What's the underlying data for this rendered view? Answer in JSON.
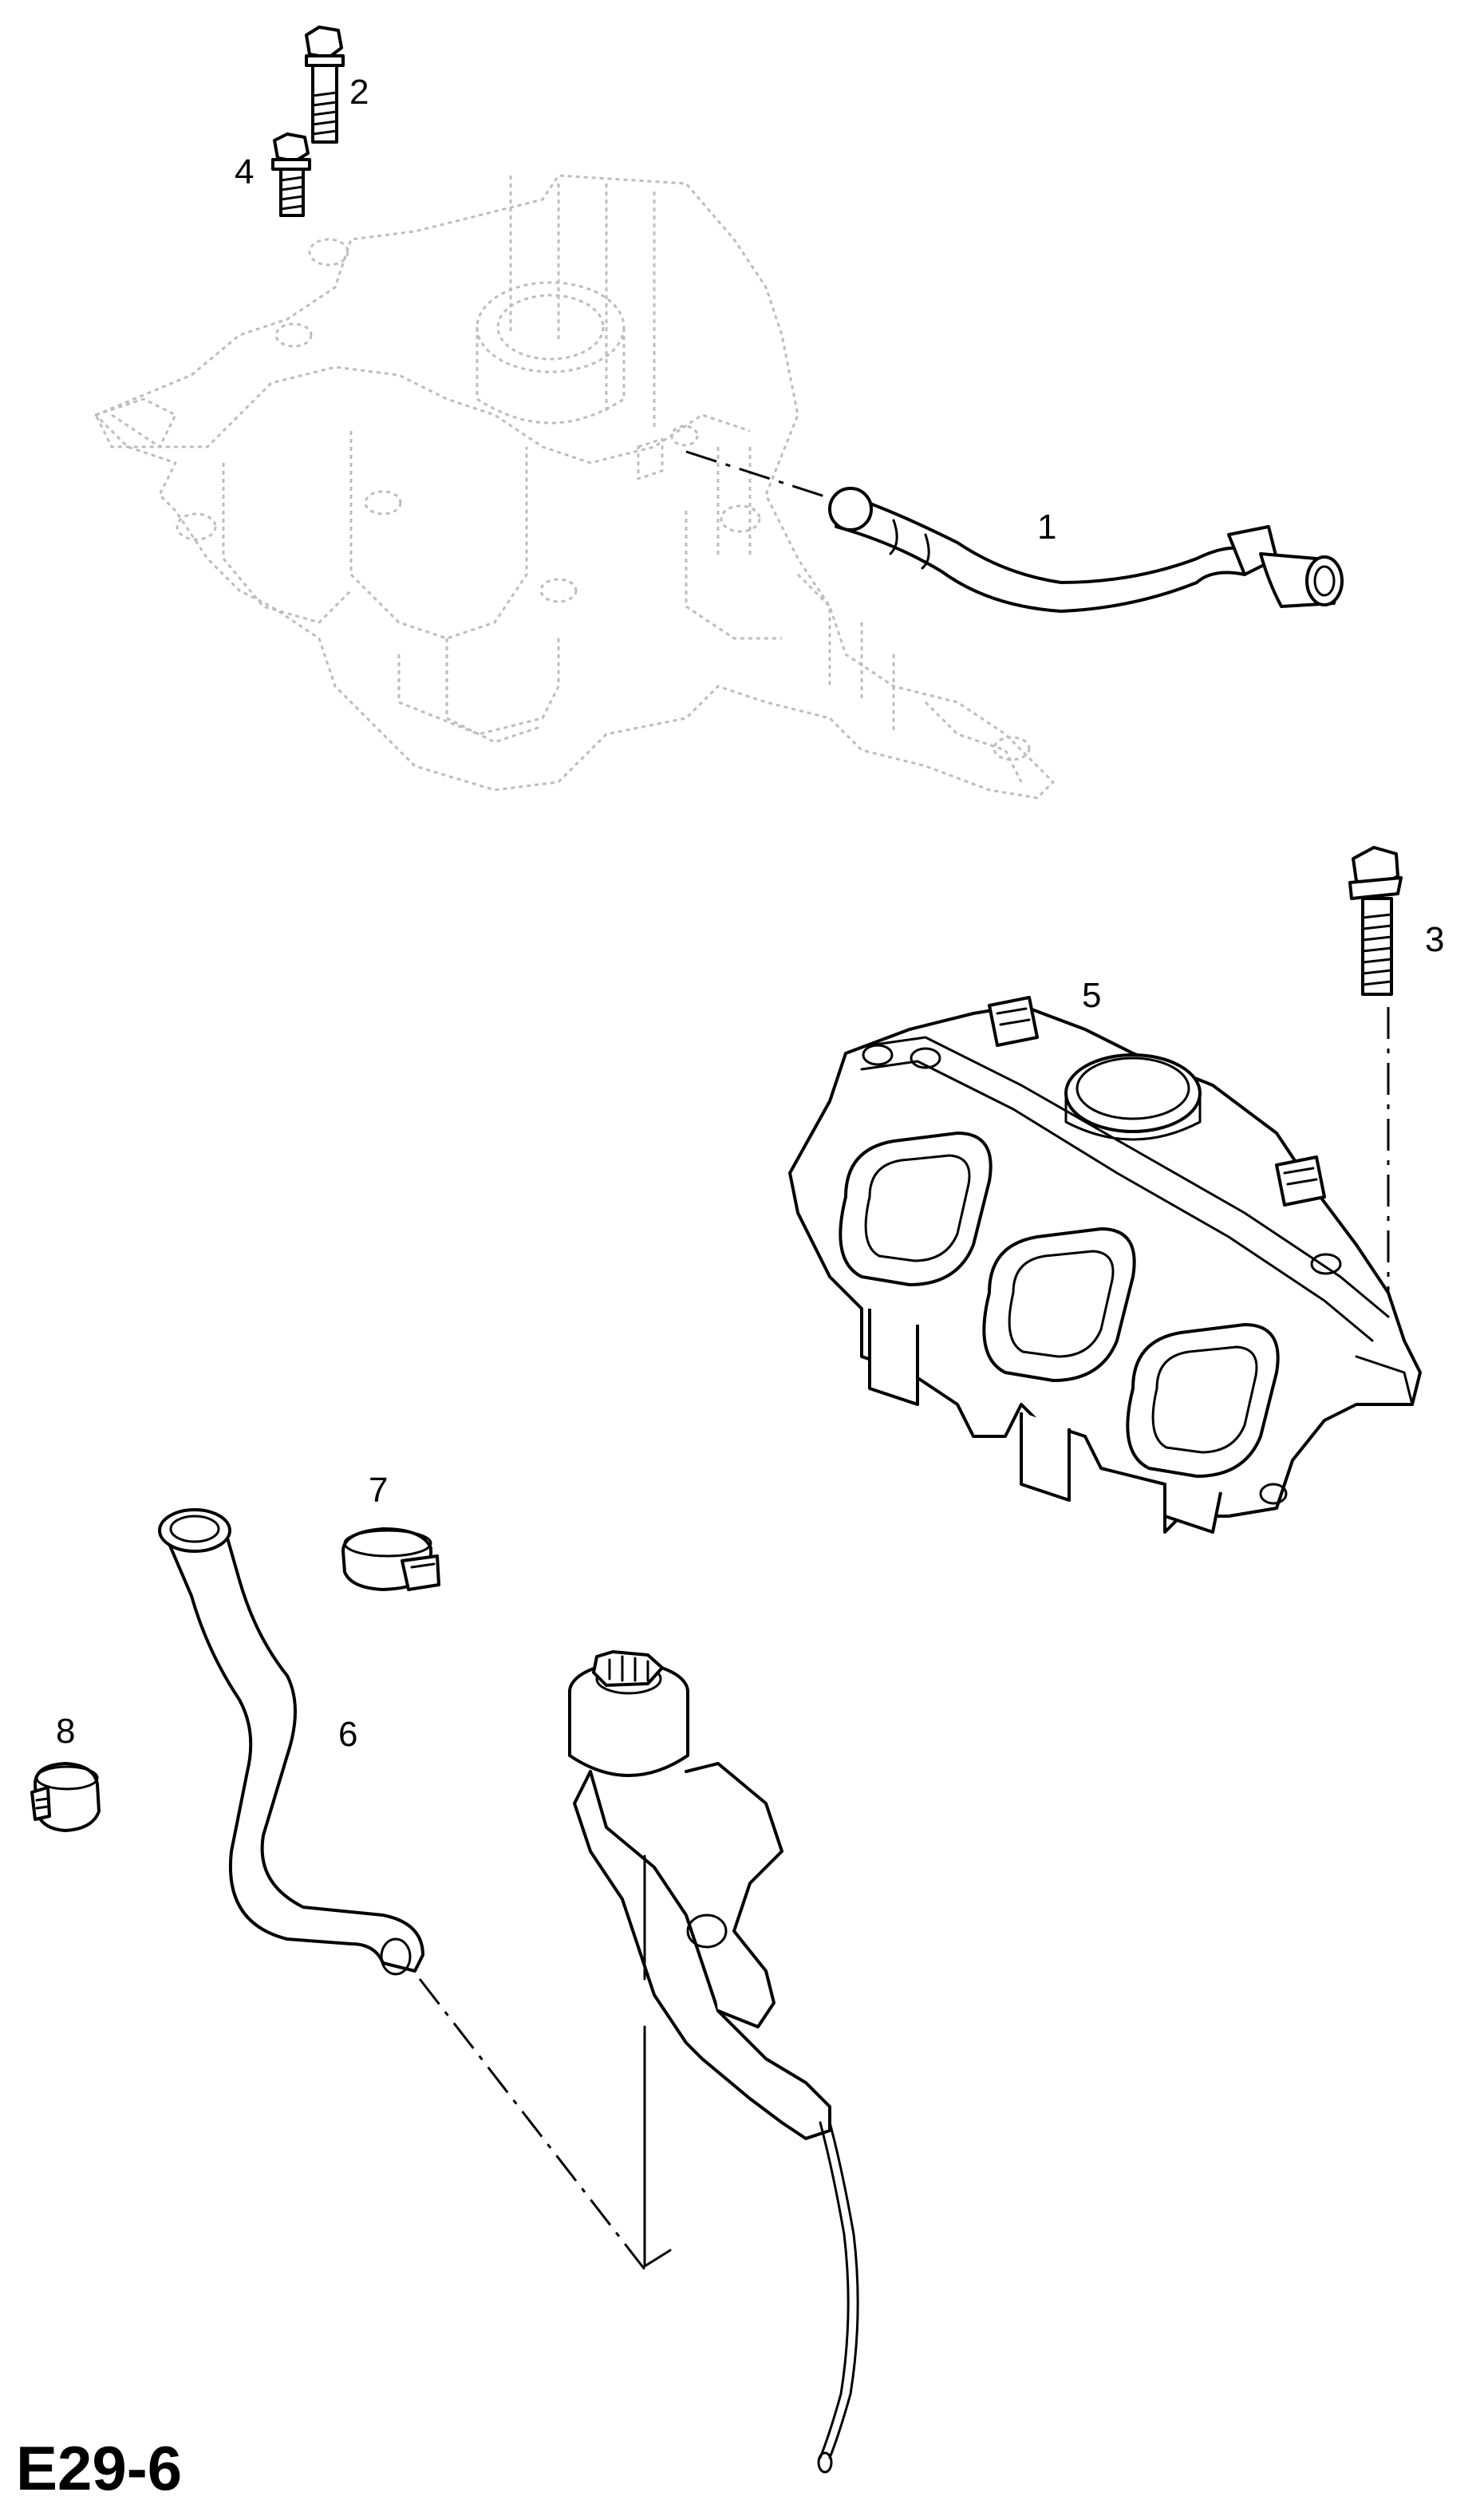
{
  "diagram": {
    "sheet_code": "E29-6",
    "callouts": [
      {
        "id": "c1",
        "label": "1"
      },
      {
        "id": "c2",
        "label": "2"
      },
      {
        "id": "c3",
        "label": "3"
      },
      {
        "id": "c4",
        "label": "4"
      },
      {
        "id": "c5",
        "label": "5"
      },
      {
        "id": "c6",
        "label": "6"
      },
      {
        "id": "c7",
        "label": "7"
      },
      {
        "id": "c8",
        "label": "8"
      }
    ],
    "colors": {
      "line": "#000000",
      "ghost_line": "#bdbdbd",
      "background": "#ffffff"
    }
  }
}
